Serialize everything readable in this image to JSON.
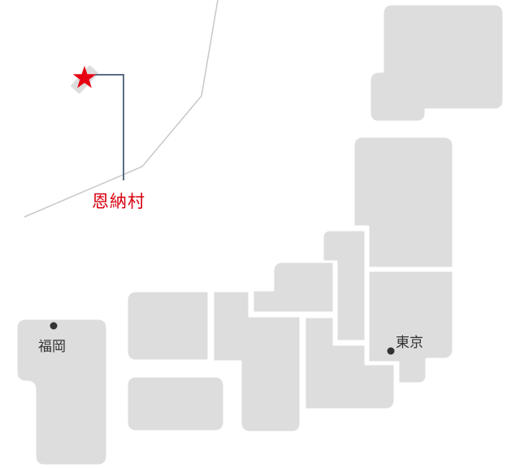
{
  "map": {
    "colors": {
      "land": "#dddddd",
      "border": "#ffffff",
      "boundary_line": "#c8c8c8",
      "leader_line": "#5a6e84",
      "city_dot": "#333333",
      "marker": "#e60012",
      "target_text": "#d7000f"
    },
    "target": {
      "name": "恩納村",
      "marker_icon": "star-icon"
    },
    "cities": [
      {
        "name": "福岡",
        "marker_icon": "dot-icon"
      },
      {
        "name": "東京",
        "marker_icon": "dot-icon"
      }
    ]
  }
}
